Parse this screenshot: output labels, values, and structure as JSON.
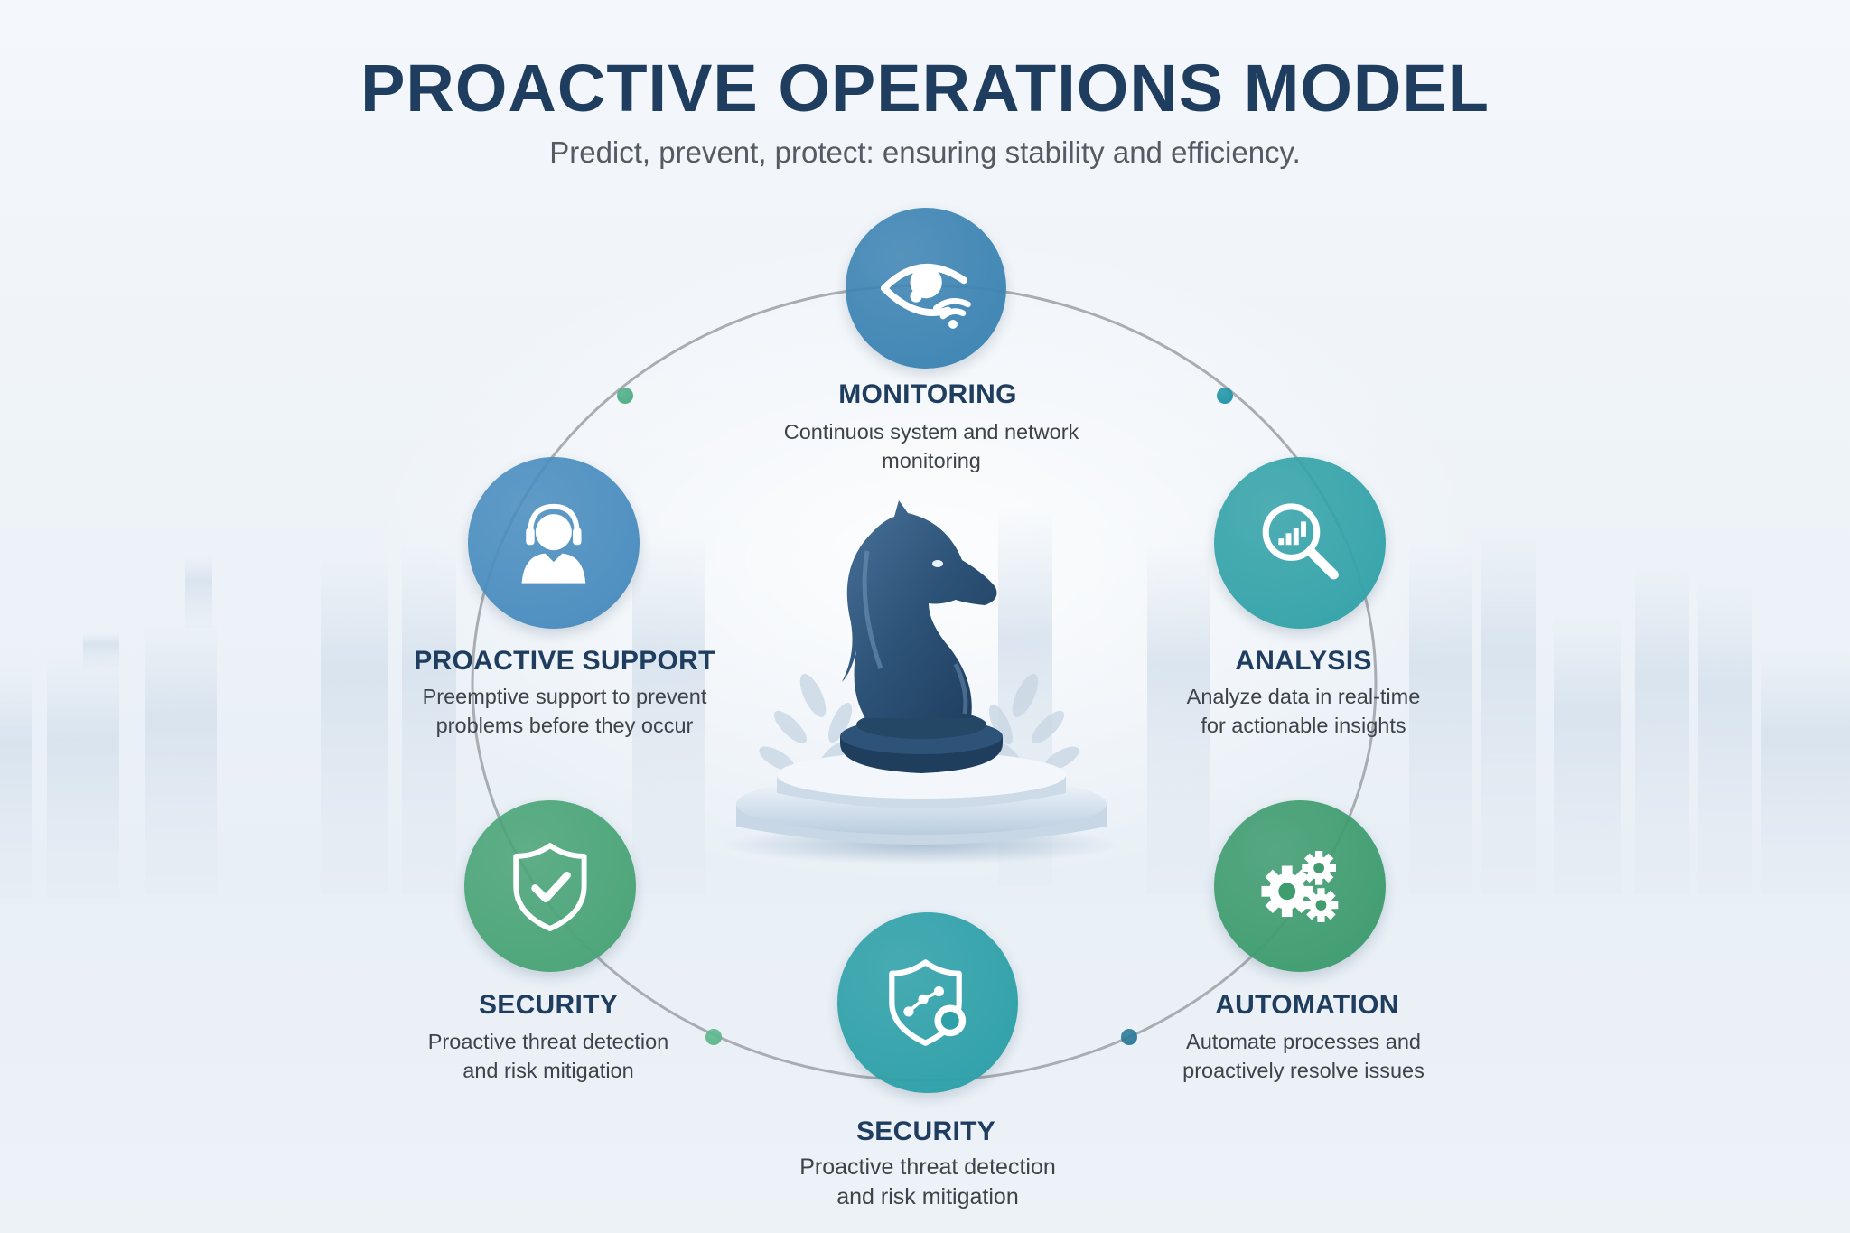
{
  "header": {
    "title": "PROACTIVE OPERATIONS MODEL",
    "subtitle": "Predict, prevent, protect: ensuring stability and efficiency."
  },
  "center": {
    "icon": "chess-knight-icon",
    "pedestal": "podium",
    "decoration": "laurel-branches"
  },
  "nodes": {
    "monitoring": {
      "title": "MONITORING",
      "desc_line1": "Continuoιs system and network",
      "desc_line2": "monitoring",
      "icon": "eye-wifi-icon",
      "color": "#3d84b3"
    },
    "support": {
      "title": "PROACTIVE SUPPORT",
      "desc_line1": "Preemptive support to prevent",
      "desc_line2": "problems before they occur",
      "icon": "headset-agent-icon",
      "color": "#4a8dbf"
    },
    "analysis": {
      "title": "ANALYSIS",
      "desc_line1": "Analyze data in real-time",
      "desc_line2": "for actionable insights",
      "icon": "magnifier-chart-icon",
      "color": "#34a3a9"
    },
    "security_left": {
      "title": "SECURITY",
      "desc_line1": "Proactive threat detection",
      "desc_line2": "and risk mitigation",
      "icon": "shield-check-icon",
      "color": "#4aa477"
    },
    "automation": {
      "title": "AUTOMATION",
      "desc_line1": "Automate processes and",
      "desc_line2": "proactively resolve issues",
      "icon": "gears-icon",
      "color": "#3f9c6f"
    },
    "security_bottom": {
      "title": "SECURITY",
      "desc_line1": "Proactive threat detection",
      "desc_line2": "and risk mitigation",
      "icon": "shield-network-icon",
      "color": "#2ea0a8"
    }
  },
  "connector_dots": {
    "top_left": "#4fae86",
    "top_right": "#1f95a8",
    "bottom_left": "#5db88d",
    "bottom_right": "#2c7a98"
  },
  "colors": {
    "title": "#1f3d5e",
    "subtitle": "#555b62",
    "ring": "#a9adb2",
    "knight": "#2d5378"
  }
}
